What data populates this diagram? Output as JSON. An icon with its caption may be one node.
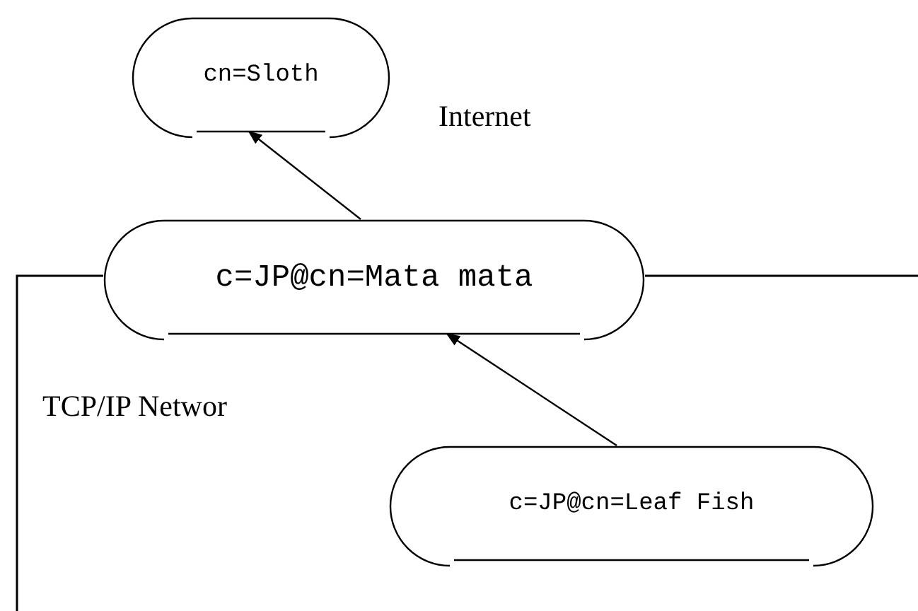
{
  "diagram": {
    "nodes": [
      {
        "text": [
          "cn=Sloth"
        ]
      },
      {
        "text": [
          "c=JP@cn=Mata mata"
        ]
      },
      {
        "text": [
          "c=JP@cn=Leaf Fish"
        ]
      }
    ],
    "edges": [
      {
        "from": 1,
        "to": 0,
        "arrow": "to"
      },
      {
        "from": 2,
        "to": 1,
        "arrow": "to"
      }
    ],
    "labels": [
      "Internet",
      "TCP/IP Networ"
    ]
  }
}
